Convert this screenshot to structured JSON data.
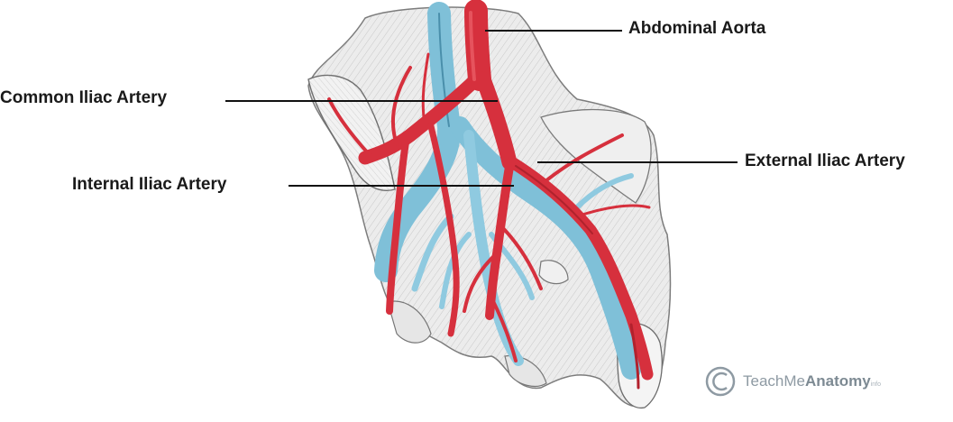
{
  "labels": {
    "abdominal_aorta": "Abdominal Aorta",
    "common_iliac": "Common Iliac Artery",
    "internal_iliac": "Internal Iliac Artery",
    "external_iliac": "External Iliac Artery"
  },
  "watermark": {
    "symbol": "©",
    "brand_light": "TeachMe",
    "brand_bold": "Anatomy",
    "brand_suffix": "info"
  },
  "colors": {
    "artery": "#d6303d",
    "artery_dark": "#9e1c27",
    "vein": "#7fc0d8",
    "vein_dark": "#4a8fab",
    "tissue": "#e8e8e8",
    "tissue_line": "#8c8c8c",
    "leader": "#111111"
  }
}
